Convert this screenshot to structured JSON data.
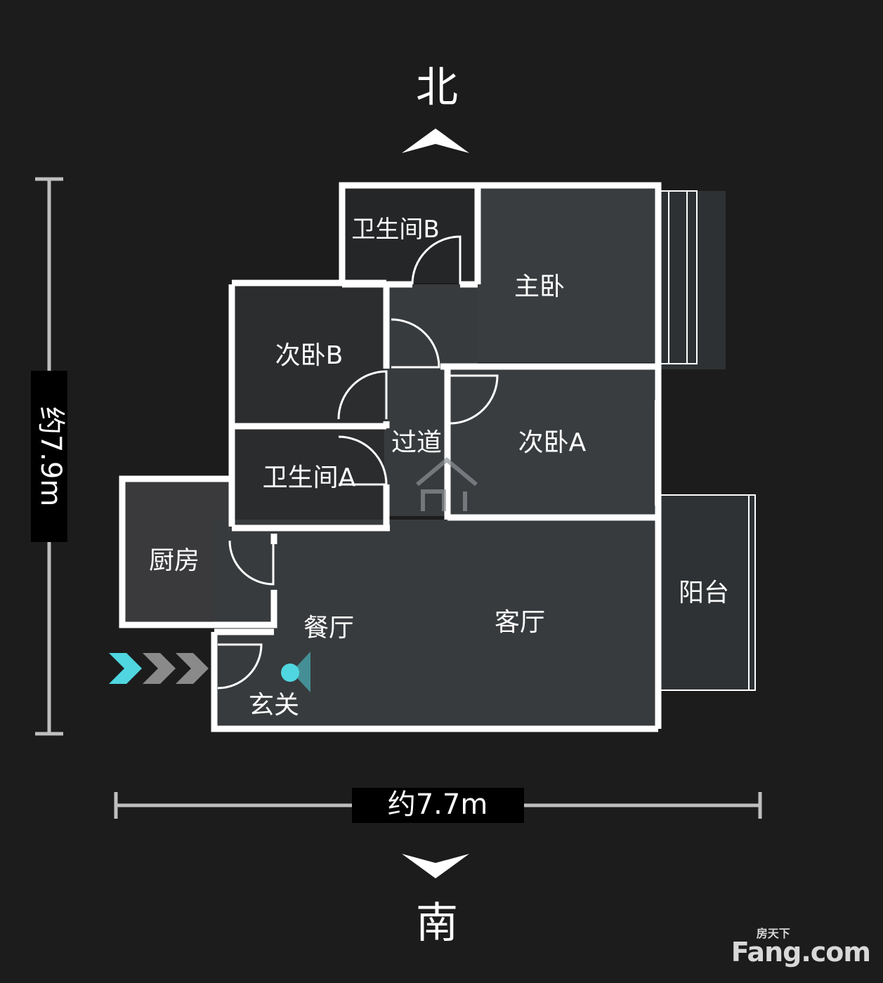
{
  "compass": {
    "north": "北",
    "south": "南"
  },
  "dimensions": {
    "height": "约7.9m",
    "width": "约7.7m"
  },
  "rooms": {
    "bathroom_b": "卫生间B",
    "master_bedroom": "主卧",
    "bedroom_b": "次卧B",
    "hallway": "过道",
    "bedroom_a": "次卧A",
    "bathroom_a": "卫生间A",
    "kitchen": "厨房",
    "dining": "餐厅",
    "living": "客厅",
    "balcony": "阳台",
    "entrance": "玄关"
  },
  "watermark": {
    "top": "房天下",
    "main": "Fang.com"
  },
  "colors": {
    "wall": "#ffffff",
    "floor": "#333638",
    "accent": "#4fd6e0",
    "background": "#1c1c1c"
  }
}
